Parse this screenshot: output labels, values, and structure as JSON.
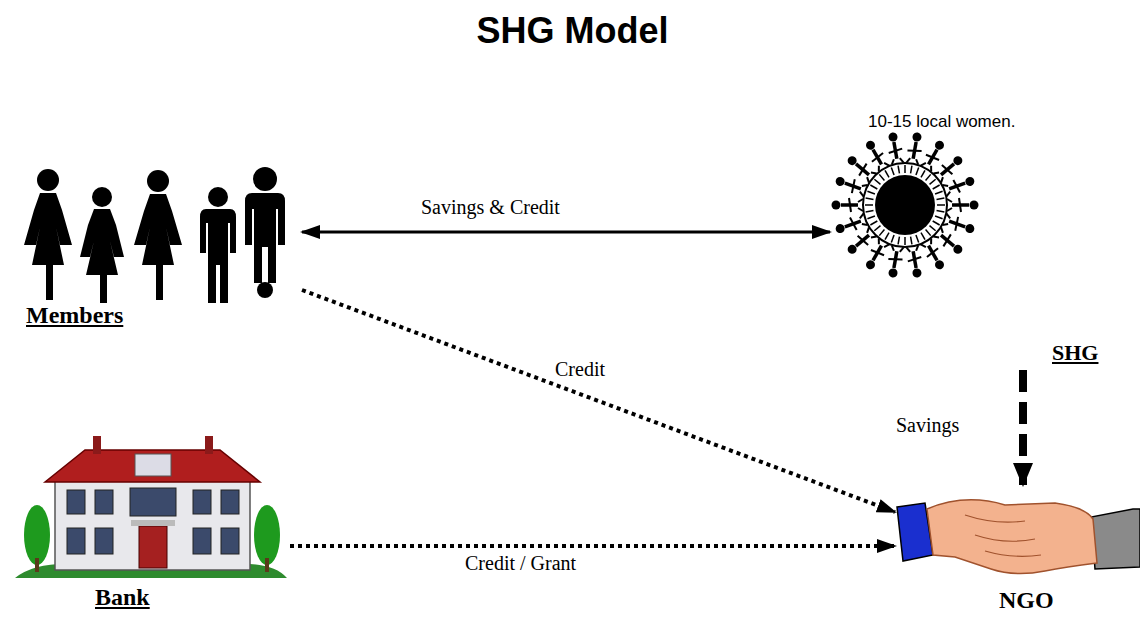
{
  "diagram": {
    "title": "SHG Model",
    "nodes": [
      {
        "text": [
          "Members"
        ]
      },
      {
        "text": [
          "10-15 local women.",
          "SHG"
        ]
      },
      {
        "text": [
          "Bank"
        ]
      },
      {
        "text": [
          "NGO"
        ]
      }
    ],
    "edges": [
      {
        "from": 0,
        "to": 1,
        "label": "Savings & Credit",
        "arrow": "both"
      },
      {
        "from": 0,
        "to": 3,
        "label": "Credit",
        "arrow": "to"
      },
      {
        "from": 1,
        "to": 3,
        "label": "Savings",
        "arrow": "to"
      },
      {
        "from": 2,
        "to": 3,
        "label": "Credit / Grant",
        "arrow": "to"
      }
    ]
  }
}
